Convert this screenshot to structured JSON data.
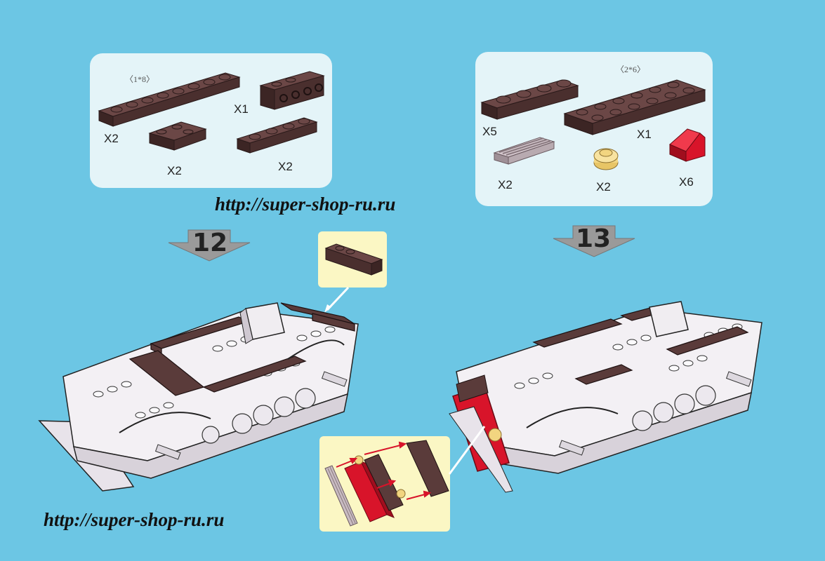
{
  "step12": {
    "number": "12",
    "parts_panel": {
      "dimension_label": "〈1*8〉",
      "quantities": [
        "X2",
        "X1",
        "X2",
        "X2"
      ]
    }
  },
  "step13": {
    "number": "13",
    "parts_panel": {
      "dimension_label": "〈2*6〉",
      "quantities": [
        "X5",
        "X1",
        "X2",
        "X2",
        "X6"
      ]
    }
  },
  "watermark": {
    "top_url": "http://super-shop-ru.ru",
    "bottom_url": "http://super-shop-ru.ru"
  },
  "colors": {
    "background": "#6cc6e4",
    "panel": "#e4f4f8",
    "brown_brick": "#5a3b3a",
    "red_brick": "#d8142a",
    "tan_stud": "#f2d580",
    "light_gray_tile": "#c9bcc2",
    "callout": "#fbf7c4"
  }
}
